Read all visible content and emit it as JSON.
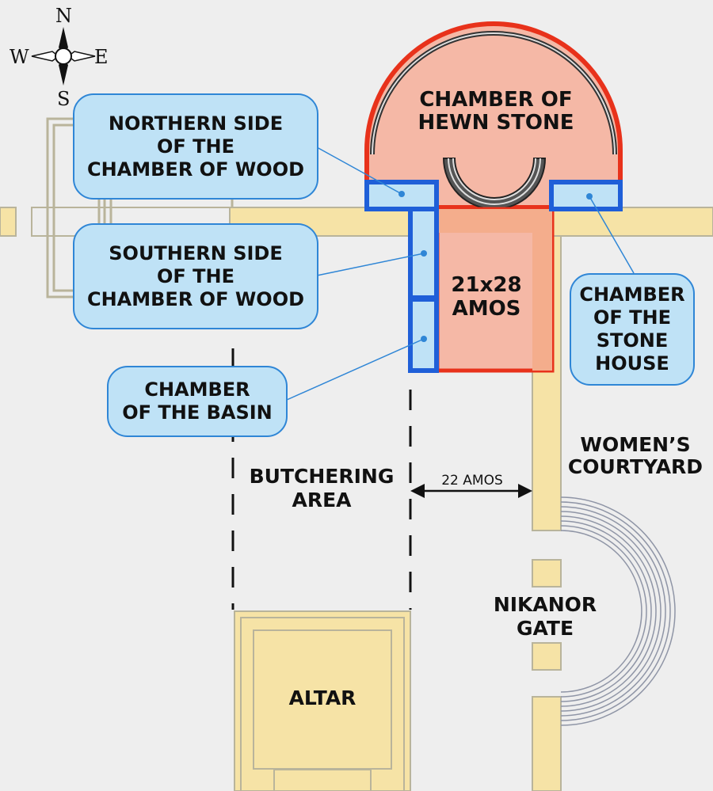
{
  "compass": {
    "north": "N",
    "south": "S",
    "east": "E",
    "west": "W"
  },
  "labels": {
    "chamber_of_hewn_stone": [
      "CHAMBER OF",
      "HEWN STONE"
    ],
    "dimensions": [
      "21x28",
      "AMOS"
    ],
    "womens_courtyard": [
      "WOMEN’S",
      "COURTYARD"
    ],
    "butchering_area": [
      "BUTCHERING",
      "AREA"
    ],
    "distance": "22 AMOS",
    "nikanor_gate": [
      "NIKANOR",
      "GATE"
    ],
    "altar": "ALTAR"
  },
  "callouts": {
    "northern_side": [
      "NORTHERN SIDE",
      "OF THE",
      "CHAMBER OF WOOD"
    ],
    "southern_side": [
      "SOUTHERN SIDE",
      "OF THE",
      "CHAMBER OF WOOD"
    ],
    "basin": [
      "CHAMBER",
      "OF THE BASIN"
    ],
    "stone_house": [
      "CHAMBER",
      "OF THE",
      "STONE",
      "HOUSE"
    ]
  },
  "colors": {
    "background": "#eeeeee",
    "wall_fill": "#f6e3a6",
    "wall_outline": "#b9b49b",
    "chamber_fill": "#f5b8a6",
    "chamber_outline": "#e8321b",
    "highlight_outline": "#1f5fd8",
    "highlight_fill": "#bfe2f6"
  }
}
